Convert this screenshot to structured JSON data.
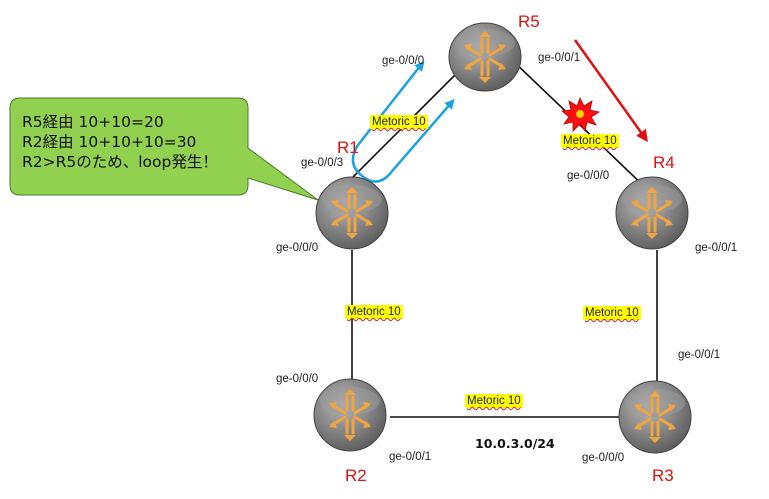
{
  "routers": {
    "r1": {
      "label": "R1"
    },
    "r2": {
      "label": "R2"
    },
    "r3": {
      "label": "R3"
    },
    "r4": {
      "label": "R4"
    },
    "r5": {
      "label": "R5"
    }
  },
  "interfaces": {
    "r1_ge003": "ge-0/0/3",
    "r1_ge000": "ge-0/0/0",
    "r2_ge000": "ge-0/0/0",
    "r2_ge001": "ge-0/0/1",
    "r3_ge000": "ge-0/0/0",
    "r3_ge001": "ge-0/0/1",
    "r4_ge000": "ge-0/0/0",
    "r4_ge001": "ge-0/0/1",
    "r5_ge000": "ge-0/0/0",
    "r5_ge001": "ge-0/0/1"
  },
  "metrics": {
    "r1_r5": "Metoric 10",
    "r5_r4": "Metoric 10",
    "r1_r2": "Metoric 10",
    "r4_r3": "Metoric 10",
    "r2_r3": "Metoric 10"
  },
  "subnet": "10.0.3.0/24",
  "callout": {
    "line1": "R5経由 10+10=20",
    "line2": "R2経由 10+10+10=30",
    "line3": "R2>R5のため、loop発生！"
  },
  "colors": {
    "router_label": "#e01010",
    "metric_highlight": "#ffff00",
    "callout_fill": "#92d050",
    "loop_arrow": "#1aa3e0",
    "failure_arrow": "#e01010",
    "failure_burst": "#ff1010"
  },
  "icons": {
    "router": "router-cross-arrows-icon",
    "failure": "explosion-burst-icon"
  }
}
